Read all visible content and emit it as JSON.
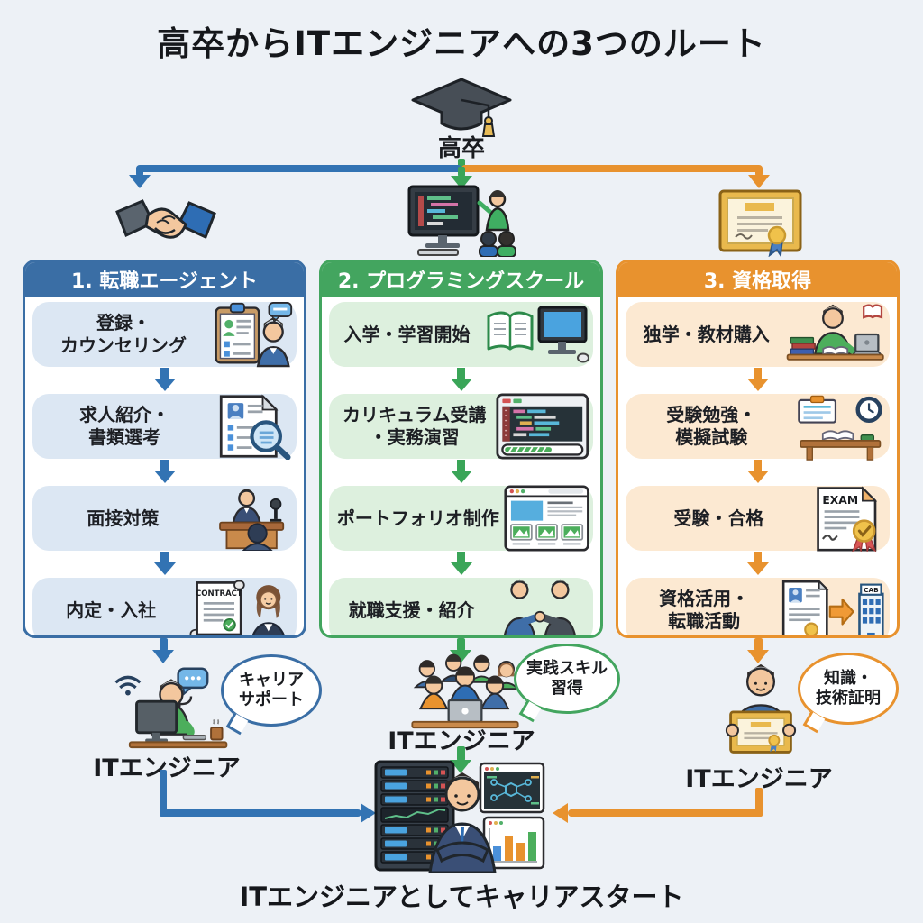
{
  "title": "高卒からITエンジニアへの3つのルート",
  "start": {
    "label": "高卒",
    "icon": "graduation-cap-icon"
  },
  "routes": [
    {
      "number": "1",
      "header": "1. 転職エージェント",
      "color": "#3a6ea5",
      "tint": "#dce7f3",
      "top_icon": "handshake-icon",
      "steps": [
        {
          "label": "登録・\nカウンセリング",
          "icon": "counseling-clipboard-icon"
        },
        {
          "label": "求人紹介・\n書類選考",
          "icon": "resume-magnifier-icon"
        },
        {
          "label": "面接対策",
          "icon": "interview-icon"
        },
        {
          "label": "内定・入社",
          "icon": "contract-icon"
        }
      ],
      "result_label": "ITエンジニア",
      "bubble": "キャリア\nサポート",
      "result_icon": "engineer-at-desk-icon"
    },
    {
      "number": "2",
      "header": "2. プログラミングスクール",
      "color": "#43a55f",
      "tint": "#ddf0de",
      "top_icon": "classroom-monitor-icon",
      "steps": [
        {
          "label": "入学・学習開始",
          "icon": "book-monitor-icon"
        },
        {
          "label": "カリキュラム受講\n・実務演習",
          "icon": "code-editor-icon"
        },
        {
          "label": "ポートフォリオ制作",
          "icon": "portfolio-site-icon"
        },
        {
          "label": "就職支援・紹介",
          "icon": "handshake-people-icon"
        }
      ],
      "result_label": "ITエンジニア",
      "bubble": "実践スキル\n習得",
      "result_icon": "team-laptop-icon"
    },
    {
      "number": "3",
      "header": "3. 資格取得",
      "color": "#e8922e",
      "tint": "#fce9d2",
      "top_icon": "certificate-icon",
      "steps": [
        {
          "label": "独学・教材購入",
          "icon": "self-study-icon"
        },
        {
          "label": "受験勉強・\n模擬試験",
          "icon": "mock-exam-desk-icon"
        },
        {
          "label": "受験・合格",
          "icon": "exam-pass-icon"
        },
        {
          "label": "資格活用・\n転職活動",
          "icon": "certificate-to-company-icon"
        }
      ],
      "result_label": "ITエンジニア",
      "bubble": "知識・\n技術証明",
      "result_icon": "certificate-holder-icon"
    }
  ],
  "goal": {
    "caption": "ITエンジニアとしてキャリアスタート",
    "icon": "career-start-icon"
  },
  "icon_texts": {
    "contract": "CONTRACT",
    "exam": "EXAM",
    "building_sign": "CAB"
  },
  "colors": {
    "background": "#edf1f6",
    "blue": "#3273b3",
    "green": "#3aa558",
    "orange": "#e8922e",
    "text": "#15171b"
  }
}
